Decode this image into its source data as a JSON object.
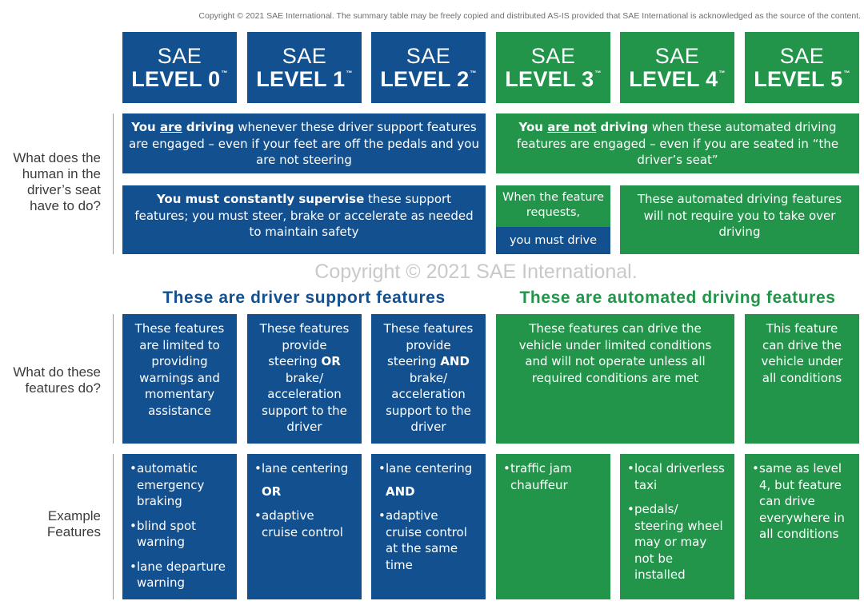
{
  "copyright_top": "Copyright © 2021 SAE International. The summary table may be freely copied and distributed AS-IS provided that SAE International is acknowledged as the source of the content.",
  "levels": [
    {
      "line1": "SAE",
      "line2": "LEVEL 0",
      "tm": "™",
      "color": "#13508f"
    },
    {
      "line1": "SAE",
      "line2": "LEVEL 1",
      "tm": "™",
      "color": "#13508f"
    },
    {
      "line1": "SAE",
      "line2": "LEVEL 2",
      "tm": "™",
      "color": "#13508f"
    },
    {
      "line1": "SAE",
      "line2": "LEVEL 3",
      "tm": "™",
      "color": "#22954a"
    },
    {
      "line1": "SAE",
      "line2": "LEVEL 4",
      "tm": "™",
      "color": "#22954a"
    },
    {
      "line1": "SAE",
      "line2": "LEVEL 5",
      "tm": "™",
      "color": "#22954a"
    }
  ],
  "row1_label": "What does the human in the driver’s seat have to do?",
  "driving_box": {
    "you": "You ",
    "are": "are",
    "driving": " driving",
    "rest": " whenever these driver support features are engaged – even if your feet are off the pedals and you are not steering"
  },
  "not_driving_box": {
    "you": "You ",
    "are_not": "are not",
    "driving": " driving",
    "rest": " when these automated driving features are engaged – even if you are seated in “the driver’s seat”"
  },
  "supervise_box": {
    "bold": "You must constantly supervise",
    "rest": " these support features; you must steer, brake or accelerate as needed to maintain safety"
  },
  "l3_request": {
    "text": "When the feature requests,",
    "bottom": "you must drive"
  },
  "l45_takeover": "These automated driving features will not require you to take over driving",
  "watermark": "Copyright © 2021 SAE International.",
  "section_support": "These are driver support features",
  "section_automated": "These are automated driving features",
  "section_colors": {
    "support": "#13508f",
    "automated": "#22954a"
  },
  "row2_label": "What do these features do?",
  "features": {
    "l0": "These features are limited to providing warnings and momentary assistance",
    "l1_pre": "These features provide steering ",
    "l1_bold": "OR",
    "l1_post": " brake/ acceleration support to the driver",
    "l2_pre": "These features provide steering ",
    "l2_bold": "AND",
    "l2_post": " brake/ acceleration support to the driver",
    "l34": "These features can drive the vehicle under limited conditions and will not operate unless all required conditions are met",
    "l5": "This feature can drive the vehicle under all conditions"
  },
  "row3_label": "Example Features",
  "examples": {
    "l0": [
      "automatic emergency braking",
      "blind spot warning",
      "lane departure warning"
    ],
    "l1": [
      "lane centering",
      "OR",
      "adaptive cruise control"
    ],
    "l2": [
      "lane centering",
      "AND",
      "adaptive cruise control at the same time"
    ],
    "l3": [
      "traffic jam chauffeur"
    ],
    "l4": [
      "local driverless taxi",
      "pedals/ steering wheel may or may not be installed"
    ],
    "l5": [
      "same as level 4, but feature can drive everywhere in all conditions"
    ]
  }
}
